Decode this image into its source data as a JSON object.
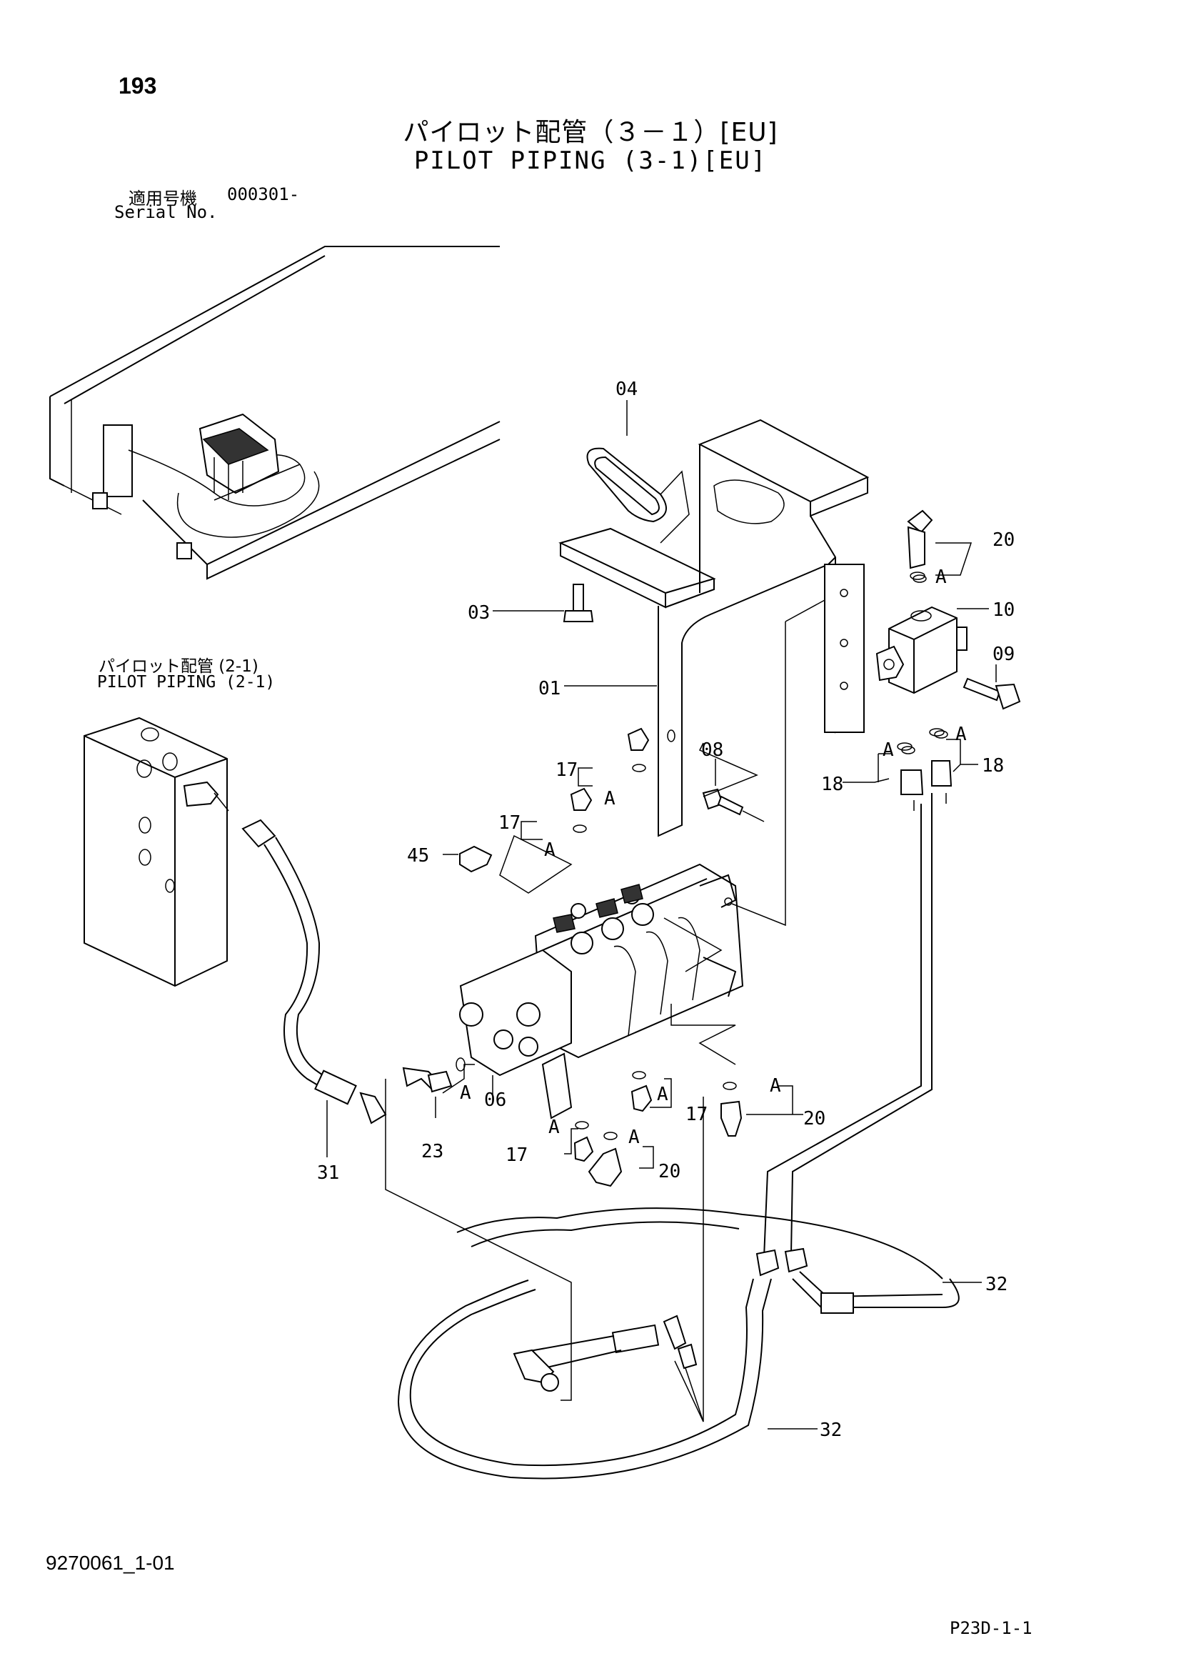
{
  "header": {
    "page_number": "193",
    "title_jp": "パイロット配管（３－１）[EU]",
    "title_en": "PILOT PIPING (3-1)[EU]",
    "serial_label_jp": "適用号機",
    "serial_value": "000301-",
    "serial_label_en": "Serial No."
  },
  "reference": {
    "label_jp": "パイロット配管 (2-1)",
    "label_en": "PILOT PIPING (2-1)"
  },
  "callouts": {
    "c01": "01",
    "c03": "03",
    "c04": "04",
    "c06": "06",
    "c08": "08",
    "c09": "09",
    "c10": "10",
    "c17a": "17",
    "c17b": "17",
    "c17c": "17",
    "c17d": "17",
    "c18a": "18",
    "c18b": "18",
    "c20a": "20",
    "c20b": "20",
    "c20c": "20",
    "c23": "23",
    "c31": "31",
    "c32a": "32",
    "c32b": "32",
    "c45": "45"
  },
  "marks": {
    "a": "A"
  },
  "footer": {
    "doc_code": "9270061_1-01",
    "page_code": "P23D-1-1"
  }
}
